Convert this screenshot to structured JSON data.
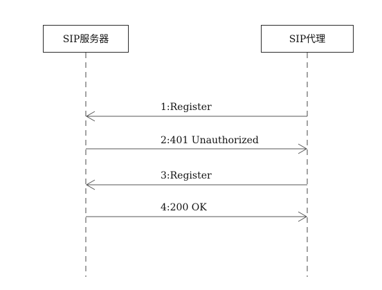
{
  "participants": [
    {
      "id": "server",
      "label": "SIP服务器"
    },
    {
      "id": "proxy",
      "label": "SIP代理"
    }
  ],
  "messages": [
    {
      "label": "1:Register",
      "from": "proxy",
      "to": "server"
    },
    {
      "label": "2:401 Unauthorized",
      "from": "server",
      "to": "proxy"
    },
    {
      "label": "3:Register",
      "from": "proxy",
      "to": "server"
    },
    {
      "label": "4:200 OK",
      "from": "server",
      "to": "proxy"
    }
  ],
  "colors": {
    "line": "#555555",
    "box_border": "#2a2a2a",
    "text": "#111111"
  }
}
